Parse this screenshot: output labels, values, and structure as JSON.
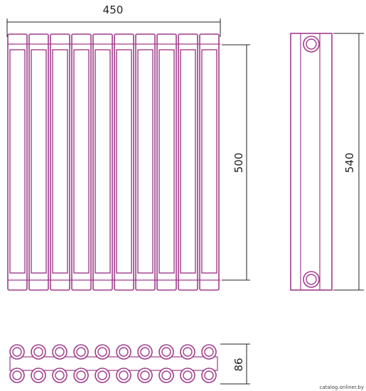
{
  "colors": {
    "outline": "#a03c8c",
    "dimension": "#222222",
    "background": "#ffffff"
  },
  "diagram": {
    "radiator_sections": 10,
    "dimensions": {
      "width": "450",
      "section_height": "500",
      "total_height": "540",
      "depth": "86"
    },
    "watermark": "catalog.onliner.by"
  }
}
